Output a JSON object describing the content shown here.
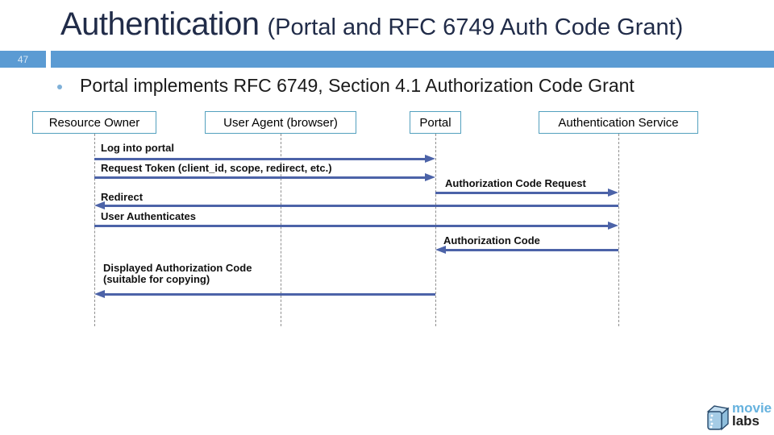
{
  "slide": {
    "title": "Authentication",
    "title_suffix": "(Portal and RFC 6749 Auth Code Grant)",
    "page_number": "47",
    "bullet_text": "Portal implements RFC 6749, Section 4.1 Authorization Code Grant"
  },
  "diagram": {
    "actors": [
      {
        "label": "Resource Owner"
      },
      {
        "label": "User Agent (browser)"
      },
      {
        "label": "Portal"
      },
      {
        "label": "Authentication Service"
      }
    ],
    "messages": [
      {
        "label": "Log into portal",
        "from": "Resource Owner",
        "to": "Portal"
      },
      {
        "label": "Request Token (client_id, scope, redirect, etc.)",
        "from": "Resource Owner",
        "to": "Portal"
      },
      {
        "label": "Authorization Code Request",
        "from": "Portal",
        "to": "Authentication Service"
      },
      {
        "label": "Redirect",
        "from": "Authentication Service",
        "to": "Resource Owner"
      },
      {
        "label": "User Authenticates",
        "from": "Resource Owner",
        "to": "Authentication Service"
      },
      {
        "label": "Authorization Code",
        "from": "Authentication Service",
        "to": "Portal"
      },
      {
        "label": "Displayed Authorization Code",
        "label_line2": "(suitable for copying)",
        "from": "Portal",
        "to": "Resource Owner"
      }
    ]
  },
  "logo": {
    "word_primary": "movie",
    "word_secondary": "labs"
  },
  "colors": {
    "band_blue": "#5B9BD3",
    "title_navy": "#212C49",
    "arrow_blue": "#4C63A8",
    "actor_border_teal": "#53A0BE",
    "lifeline_gray": "#8F8F8F",
    "bullet_dot_blue": "#7FB0D8",
    "logo_blue": "#66B2DE"
  }
}
